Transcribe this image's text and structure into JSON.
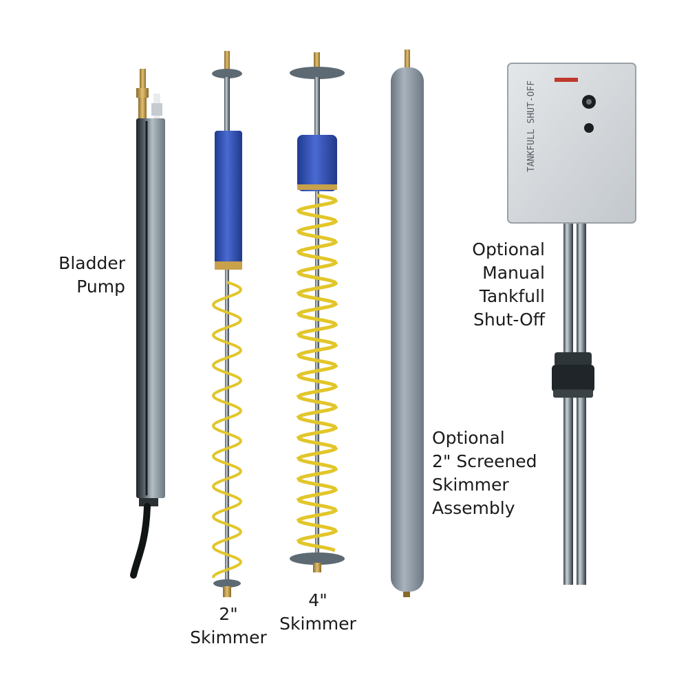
{
  "labels": {
    "bladder_pump": [
      "Bladder",
      "Pump"
    ],
    "skimmer_2in": [
      "2\"",
      "Skimmer"
    ],
    "skimmer_4in": [
      "4\"",
      "Skimmer"
    ],
    "screened_skimmer": [
      "Optional",
      "2\" Screened",
      "Skimmer",
      "Assembly"
    ],
    "tankfull_shutoff": [
      "Optional",
      "Manual",
      "Tankfull",
      "Shut-Off"
    ]
  },
  "box_text": "TANKFULL SHUT-OFF",
  "colors": {
    "background": "#ffffff",
    "skimmer_blue": "#3453b8",
    "coil_yellow": "#e2c62a",
    "brass": "#c9a14a",
    "pump_body": "#7f8b92",
    "screened_tube": "#8f9aa6",
    "box_gray": "#d4d8db"
  }
}
